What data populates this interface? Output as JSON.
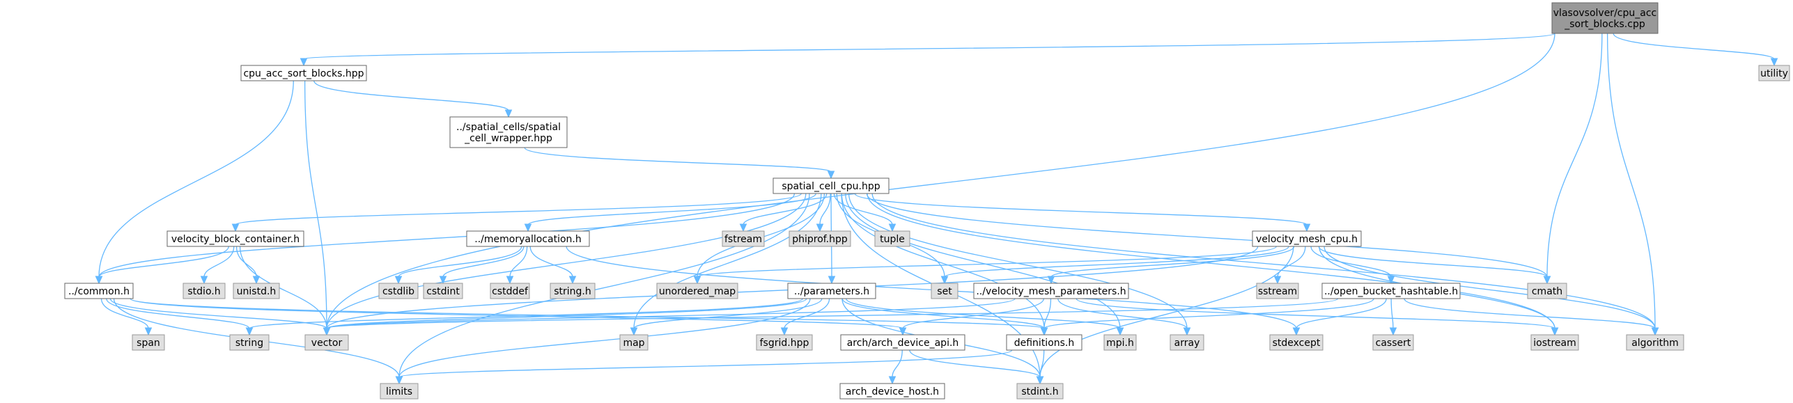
{
  "colors": {
    "edge": "#63b8ff",
    "focus_fill": "#999999",
    "focus_stroke": "#666666",
    "node_fill": "#ffffff",
    "node_stroke": "#666666",
    "ext_fill": "#e0e0e0",
    "ext_stroke": "#999999"
  },
  "nodes": [
    {
      "id": "root",
      "lines": [
        "vlasovsolver/cpu_acc",
        "_sort_blocks.cpp"
      ],
      "style": "focus"
    },
    {
      "id": "utility",
      "lines": [
        "utility"
      ],
      "style": "ext"
    },
    {
      "id": "sortblocks",
      "lines": [
        "cpu_acc_sort_blocks.hpp"
      ],
      "style": "file"
    },
    {
      "id": "wrapper",
      "lines": [
        "../spatial_cells/spatial",
        "_cell_wrapper.hpp"
      ],
      "style": "file"
    },
    {
      "id": "scc",
      "lines": [
        "spatial_cell_cpu.hpp"
      ],
      "style": "file"
    },
    {
      "id": "vbc",
      "lines": [
        "velocity_block_container.h"
      ],
      "style": "file"
    },
    {
      "id": "memalloc",
      "lines": [
        "../memoryallocation.h"
      ],
      "style": "file"
    },
    {
      "id": "fstream",
      "lines": [
        "fstream"
      ],
      "style": "ext"
    },
    {
      "id": "phiprof",
      "lines": [
        "phiprof.hpp"
      ],
      "style": "ext"
    },
    {
      "id": "tuple",
      "lines": [
        "tuple"
      ],
      "style": "ext"
    },
    {
      "id": "vmcpu",
      "lines": [
        "velocity_mesh_cpu.h"
      ],
      "style": "file"
    },
    {
      "id": "common",
      "lines": [
        "../common.h"
      ],
      "style": "file"
    },
    {
      "id": "stdio",
      "lines": [
        "stdio.h"
      ],
      "style": "ext"
    },
    {
      "id": "unistd",
      "lines": [
        "unistd.h"
      ],
      "style": "ext"
    },
    {
      "id": "cstdlib",
      "lines": [
        "cstdlib"
      ],
      "style": "ext"
    },
    {
      "id": "cstdint",
      "lines": [
        "cstdint"
      ],
      "style": "ext"
    },
    {
      "id": "cstddef",
      "lines": [
        "cstddef"
      ],
      "style": "ext"
    },
    {
      "id": "stringh",
      "lines": [
        "string.h"
      ],
      "style": "ext"
    },
    {
      "id": "umap",
      "lines": [
        "unordered_map"
      ],
      "style": "ext"
    },
    {
      "id": "params",
      "lines": [
        "../parameters.h"
      ],
      "style": "file"
    },
    {
      "id": "set",
      "lines": [
        "set"
      ],
      "style": "ext"
    },
    {
      "id": "vmparams",
      "lines": [
        "../velocity_mesh_parameters.h"
      ],
      "style": "file"
    },
    {
      "id": "sstream",
      "lines": [
        "sstream"
      ],
      "style": "ext"
    },
    {
      "id": "obh",
      "lines": [
        "../open_bucket_hashtable.h"
      ],
      "style": "file"
    },
    {
      "id": "cmath",
      "lines": [
        "cmath"
      ],
      "style": "ext"
    },
    {
      "id": "span",
      "lines": [
        "span"
      ],
      "style": "ext"
    },
    {
      "id": "string",
      "lines": [
        "string"
      ],
      "style": "ext"
    },
    {
      "id": "vector",
      "lines": [
        "vector"
      ],
      "style": "ext"
    },
    {
      "id": "map",
      "lines": [
        "map"
      ],
      "style": "ext"
    },
    {
      "id": "fsgrid",
      "lines": [
        "fsgrid.hpp"
      ],
      "style": "ext"
    },
    {
      "id": "archapi",
      "lines": [
        "arch/arch_device_api.h"
      ],
      "style": "file"
    },
    {
      "id": "defs",
      "lines": [
        "definitions.h"
      ],
      "style": "file"
    },
    {
      "id": "mpi",
      "lines": [
        "mpi.h"
      ],
      "style": "ext"
    },
    {
      "id": "array",
      "lines": [
        "array"
      ],
      "style": "ext"
    },
    {
      "id": "stdexcept",
      "lines": [
        "stdexcept"
      ],
      "style": "ext"
    },
    {
      "id": "cassert",
      "lines": [
        "cassert"
      ],
      "style": "ext"
    },
    {
      "id": "iostream",
      "lines": [
        "iostream"
      ],
      "style": "ext"
    },
    {
      "id": "algorithm",
      "lines": [
        "algorithm"
      ],
      "style": "ext"
    },
    {
      "id": "limits",
      "lines": [
        "limits"
      ],
      "style": "ext"
    },
    {
      "id": "archhost",
      "lines": [
        "arch_device_host.h"
      ],
      "style": "file"
    },
    {
      "id": "stdint",
      "lines": [
        "stdint.h"
      ],
      "style": "ext"
    }
  ],
  "edges": [
    [
      "root",
      "utility"
    ],
    [
      "root",
      "sortblocks"
    ],
    [
      "root",
      "vector"
    ],
    [
      "root",
      "cmath"
    ],
    [
      "root",
      "algorithm"
    ],
    [
      "sortblocks",
      "wrapper"
    ],
    [
      "sortblocks",
      "common"
    ],
    [
      "sortblocks",
      "vector"
    ],
    [
      "wrapper",
      "scc"
    ],
    [
      "scc",
      "vbc"
    ],
    [
      "scc",
      "memalloc"
    ],
    [
      "scc",
      "fstream"
    ],
    [
      "scc",
      "phiprof"
    ],
    [
      "scc",
      "tuple"
    ],
    [
      "scc",
      "vmcpu"
    ],
    [
      "scc",
      "common"
    ],
    [
      "scc",
      "umap"
    ],
    [
      "scc",
      "params"
    ],
    [
      "scc",
      "set"
    ],
    [
      "scc",
      "cmath"
    ],
    [
      "scc",
      "vector"
    ],
    [
      "scc",
      "map"
    ],
    [
      "scc",
      "defs"
    ],
    [
      "scc",
      "mpi"
    ],
    [
      "scc",
      "array"
    ],
    [
      "scc",
      "iostream"
    ],
    [
      "scc",
      "algorithm"
    ],
    [
      "scc",
      "limits"
    ],
    [
      "scc",
      "stdint"
    ],
    [
      "vbc",
      "common"
    ],
    [
      "vbc",
      "stdio"
    ],
    [
      "vbc",
      "unistd"
    ],
    [
      "vbc",
      "vector"
    ],
    [
      "memalloc",
      "cstdlib"
    ],
    [
      "memalloc",
      "cstdint"
    ],
    [
      "memalloc",
      "cstddef"
    ],
    [
      "memalloc",
      "stringh"
    ],
    [
      "memalloc",
      "stdexcept"
    ],
    [
      "vmcpu",
      "umap"
    ],
    [
      "vmcpu",
      "set"
    ],
    [
      "vmcpu",
      "vmparams"
    ],
    [
      "vmcpu",
      "sstream"
    ],
    [
      "vmcpu",
      "obh"
    ],
    [
      "vmcpu",
      "cmath"
    ],
    [
      "vmcpu",
      "vector"
    ],
    [
      "vmcpu",
      "iostream"
    ],
    [
      "vmcpu",
      "algorithm"
    ],
    [
      "vmcpu",
      "stdint"
    ],
    [
      "common",
      "span"
    ],
    [
      "common",
      "string"
    ],
    [
      "common",
      "vector"
    ],
    [
      "common",
      "archapi"
    ],
    [
      "common",
      "defs"
    ],
    [
      "common",
      "limits"
    ],
    [
      "params",
      "string"
    ],
    [
      "params",
      "vector"
    ],
    [
      "params",
      "map"
    ],
    [
      "params",
      "fsgrid"
    ],
    [
      "params",
      "defs"
    ],
    [
      "params",
      "mpi"
    ],
    [
      "params",
      "limits"
    ],
    [
      "params",
      "stdint"
    ],
    [
      "vmparams",
      "vector"
    ],
    [
      "vmparams",
      "array"
    ],
    [
      "vmparams",
      "defs"
    ],
    [
      "vmparams",
      "archapi"
    ],
    [
      "vmparams",
      "iostream"
    ],
    [
      "obh",
      "vector"
    ],
    [
      "obh",
      "cassert"
    ],
    [
      "obh",
      "stdexcept"
    ],
    [
      "obh",
      "algorithm"
    ],
    [
      "obh",
      "defs"
    ],
    [
      "archapi",
      "archhost"
    ],
    [
      "archapi",
      "stdint"
    ],
    [
      "defs",
      "stdint"
    ],
    [
      "defs",
      "limits"
    ]
  ]
}
